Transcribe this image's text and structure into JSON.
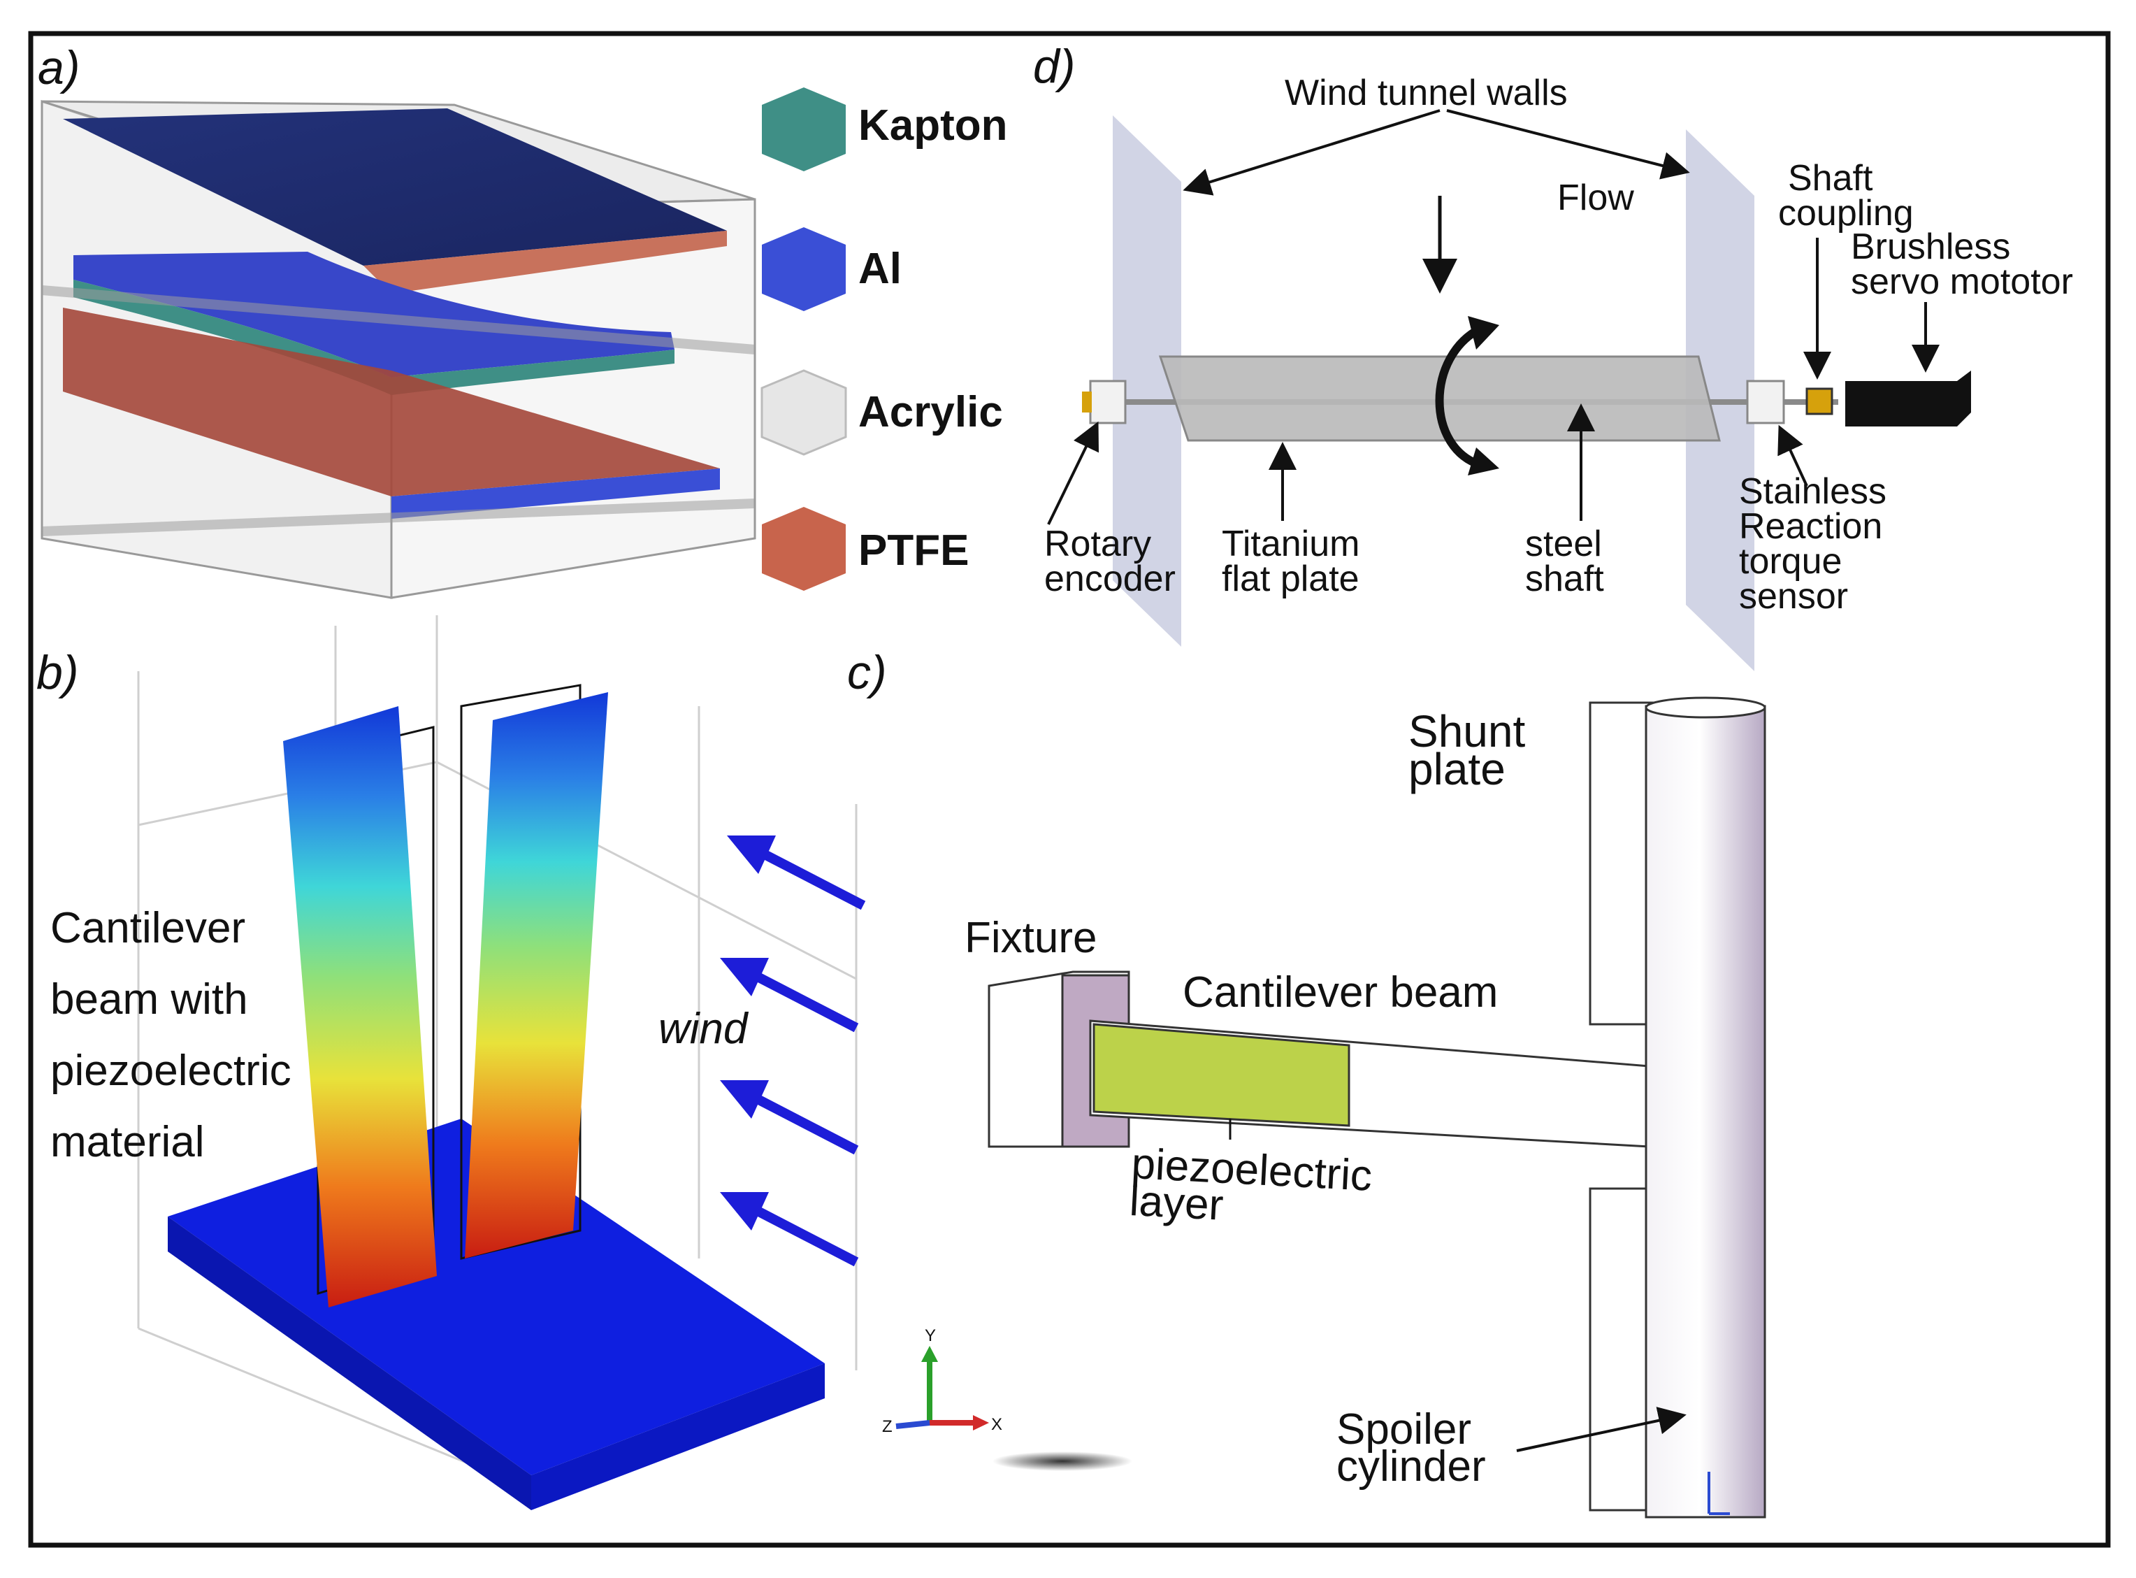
{
  "panels": {
    "a": {
      "letter": "a)",
      "legend": [
        {
          "label": "Kapton",
          "color": "#4fd1c5",
          "face": "#3f8f86"
        },
        {
          "label": "Al",
          "color": "#2f48c9",
          "face": "#3a4fd6"
        },
        {
          "label": "Acrylic",
          "color": "#8a8a8a",
          "face": "#e6e6e6"
        },
        {
          "label": "PTFE",
          "color": "#e58a3a",
          "face": "#c8644c"
        }
      ]
    },
    "b": {
      "letter": "b)",
      "beam_label": [
        "Cantilever",
        "beam with",
        "piezoelectric",
        "material"
      ],
      "wind_label": "wind"
    },
    "c": {
      "letter": "c)",
      "shunt_label": [
        "Shunt",
        "plate"
      ],
      "fixture_label": "Fixture",
      "beam_label": "Cantilever beam",
      "piezo_label": [
        "piezoelectric",
        "layer"
      ],
      "spoiler_label": [
        "Spoiler",
        "cylinder"
      ],
      "axis_labels": [
        "Y",
        "X",
        "Z"
      ]
    },
    "d": {
      "letter": "d)",
      "walls_label": "Wind tunnel walls",
      "flow_label": "Flow",
      "shaft_label": [
        "Shaft",
        "coupling"
      ],
      "motor_label": [
        "Brushless",
        "servo mototor"
      ],
      "encoder_label": [
        "Rotary",
        "encoder"
      ],
      "plate_label": [
        "Titanium",
        "flat  plate"
      ],
      "steel_label": [
        "steel",
        "shaft"
      ],
      "sensor_label": [
        "Stainless",
        "Reaction",
        "torque",
        "sensor"
      ]
    }
  }
}
